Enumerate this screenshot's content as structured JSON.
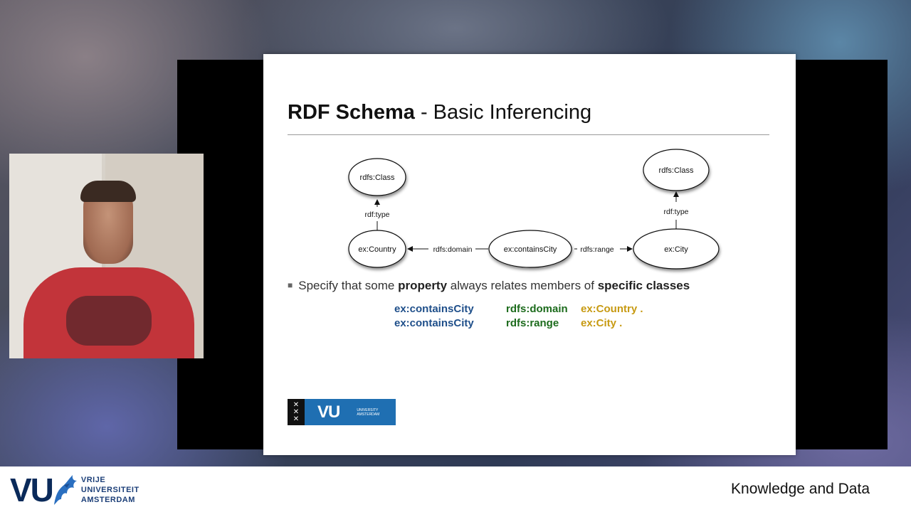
{
  "slide": {
    "title_bold": "RDF Schema",
    "title_rest": " - Basic Inferencing",
    "diagram": {
      "nodes": {
        "class_left": "rdfs:Class",
        "class_right": "rdfs:Class",
        "country": "ex:Country",
        "contains_city": "ex:containsCity",
        "city": "ex:City"
      },
      "edges": {
        "type_left": "rdf:type",
        "type_right": "rdf:type",
        "domain": "rdfs:domain",
        "range": "rdfs:range"
      }
    },
    "bullet": {
      "part1": "Specify that some ",
      "bold1": "property",
      "part2": " always relates members of ",
      "bold2": "specific classes"
    },
    "triples": [
      {
        "subject": "ex:containsCity",
        "predicate": "rdfs:domain",
        "object": "ex:Country ."
      },
      {
        "subject": "ex:containsCity",
        "predicate": "rdfs:range",
        "object": "ex:City ."
      }
    ],
    "logo_text": "VU",
    "logo_small": [
      "UNIVERSITY",
      "AMSTERDAM"
    ]
  },
  "footer": {
    "logo_text": "VU",
    "university_lines": [
      "VRIJE",
      "UNIVERSITEIT",
      "AMSTERDAM"
    ],
    "course_title": "Knowledge and Data"
  },
  "colors": {
    "subject": "#1f4f8a",
    "predicate": "#1c6b1c",
    "object": "#c79a12"
  }
}
